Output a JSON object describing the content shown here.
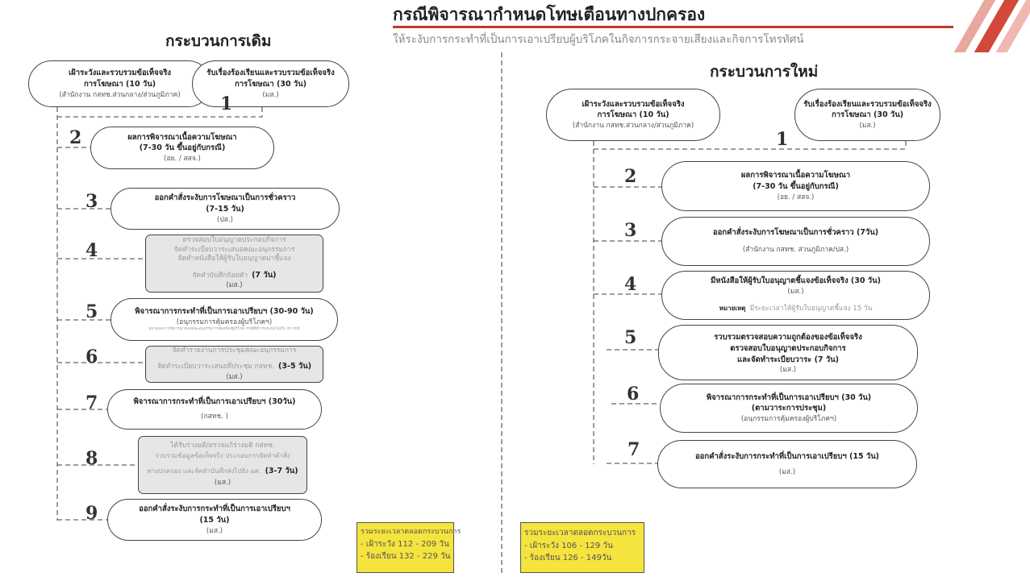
{
  "header": {
    "title": "กรณีพิจารณากำหนดโทษเตือนทางปกครอง",
    "subtitle": "ให้ระงับการกระทำที่เป็นการเอาเปรียบผู้บริโภคในกิจการกระจายเสียงและกิจการโทรทัศน์",
    "accent": "#c0392b"
  },
  "old": {
    "title": "กระบวนการเดิม",
    "numbers": [
      "1",
      "2",
      "3",
      "4",
      "5",
      "6",
      "7",
      "8",
      "9"
    ],
    "s1a": {
      "l1": "เฝ้าระวังและรวบรวมข้อเท็จจริง",
      "l2": "การโฆษณา (10 วัน)",
      "l3": "(สำนักงาน กสทช.ส่วนกลาง/ส่วนภูมิภาค)"
    },
    "s1b": {
      "l1": "รับเรื่องร้องเรียนและรวบรวมข้อเท็จจริง",
      "l2": "การโฆษณา (30 วัน)",
      "l3": "(มส.)"
    },
    "s2": {
      "l1": "ผลการพิจารณาเนื้อความโฆษณา",
      "l2": "(7-30 วัน ขึ้นอยู่กับกรณี)",
      "l3": "(อย. / สสจ.)"
    },
    "s3": {
      "l1": "ออกคำสั่งระงับการโฆษณาเป็นการชั่วคราว",
      "l2": "(7-15 วัน)",
      "l3": "(ปส.)"
    },
    "s4": {
      "l1": "ตรวจสอบใบอนุญาตประกอบกิจการ",
      "l2": "จัดทำระเบียบวาระเสนอคณะอนุกรรมการ",
      "l3": "จัดทำหนังสือให้ผู้รับใบอนุญาตมาชี้แจง",
      "l4": "จัดทำบันทึกถ้อยคำ",
      "l4b": "(7 วัน)",
      "l5": "(มส.)"
    },
    "s5": {
      "l1": "พิจารณาการกระทำที่เป็นการเอาเปรียบฯ (30-90 วัน)",
      "l2": "(อนุกรรมการคุ้มครองผู้บริโภคฯ)",
      "l3": "หมายเหตุ การพิจารณาของคณะอนุกรรมการคุ้มครองผู้บริโภค กรณีที่มีการประชุมไม่เกิน 30 กรณี"
    },
    "s6": {
      "l1": "จัดทำรายงานการประชุมคณะอนุกรรมการ",
      "l2": "จัดทำระเบียบวาระเสนอที่ประชุม กสทช.",
      "l2b": "(3-5 วัน)",
      "l3": "(มส.)"
    },
    "s7": {
      "l1": "พิจารณาการกระทำที่เป็นการเอาเปรียบฯ (30วัน)",
      "l2": "(กสทช. )"
    },
    "s8": {
      "l1": "ได้รับร่างมติ/ตรวจแก้ร่างมติ กสทช.",
      "l2": "รวบรวมข้อมูลข้อเท็จจริง ประกอบการจัดทำคำสั่ง",
      "l3": "ทางปกครอง และจัดทำบันทึกส่งไปยัง มศ.",
      "l3b": "(3-7 วัน)",
      "l4": "(มส.)"
    },
    "s9": {
      "l1": "ออกคำสั่งระงับการกระทำที่เป็นการเอาเปรียบฯ",
      "l2": "(15 วัน)",
      "l3": "(มส.)"
    },
    "summary": {
      "title": "รวมระยะเวลาตลอดกระบวนการ",
      "l1": "- เฝ้าระวัง 112 - 209 วัน",
      "l2": "- ร้องเรียน 132 - 229 วัน"
    }
  },
  "new": {
    "title": "กระบวนการใหม่",
    "numbers": [
      "1",
      "2",
      "3",
      "4",
      "5",
      "6",
      "7"
    ],
    "s1a": {
      "l1": "เฝ้าระวังและรวบรวมข้อเท็จจริง",
      "l2": "การโฆษณา (10 วัน)",
      "l3": "(สำนักงาน กสทช.ส่วนกลาง/ส่วนภูมิภาค)"
    },
    "s1b": {
      "l1": "รับเรื่องร้องเรียนและรวบรวมข้อเท็จจริง",
      "l2": "การโฆษณา (30 วัน)",
      "l3": "(มส.)"
    },
    "s2": {
      "l1": "ผลการพิจารณาเนื้อความโฆษณา",
      "l2": "(7-30 วัน ขึ้นอยู่กับกรณี)",
      "l3": "(อย. / สสจ.)"
    },
    "s3": {
      "l1": "ออกคำสั่งระงับการโฆษณาเป็นการชั่วคราว (7วัน)",
      "l2": "(สำนักงาน กสทช. ส่วนภูมิภาค/ปส.)"
    },
    "s4": {
      "l1": "มีหนังสือให้ผู้รับใบอนุญาตชี้แจงข้อเท็จจริง (30 วัน)",
      "l2": "(มส.)",
      "l3a": "หมายเหตุ",
      "l3b": "มีระยะเวลาให้ผู้รับใบอนุญาตชี้แจง 15 วัน"
    },
    "s5": {
      "l1": "รวบรวมตรวจสอบความถูกต้องของข้อเท็จจริง",
      "l2": "ตรวจสอบใบอนุญาตประกอบกิจการ",
      "l3": "และจัดทำระเบียบวาระ (7 วัน)",
      "l4": "(มส.)"
    },
    "s6": {
      "l1": "พิจารณาการกระทำที่เป็นการเอาเปรียบฯ (30 วัน)",
      "l2": "(ตามวาระการประชุม)",
      "l3": "(อนุกรรมการคุ้มครองผู้บริโภคฯ)"
    },
    "s7": {
      "l1": "ออกคำสั่งระงับการกระทำที่เป็นการเอาเปรียบฯ (15 วัน)",
      "l2": "(มส.)"
    },
    "summary": {
      "title": "รวมระยะเวลาตลอดกระบวนการ",
      "l1": "- เฝ้าระวัง 106 - 129 วัน",
      "l2": "- ร้องเรียน 126 - 149วัน"
    }
  }
}
